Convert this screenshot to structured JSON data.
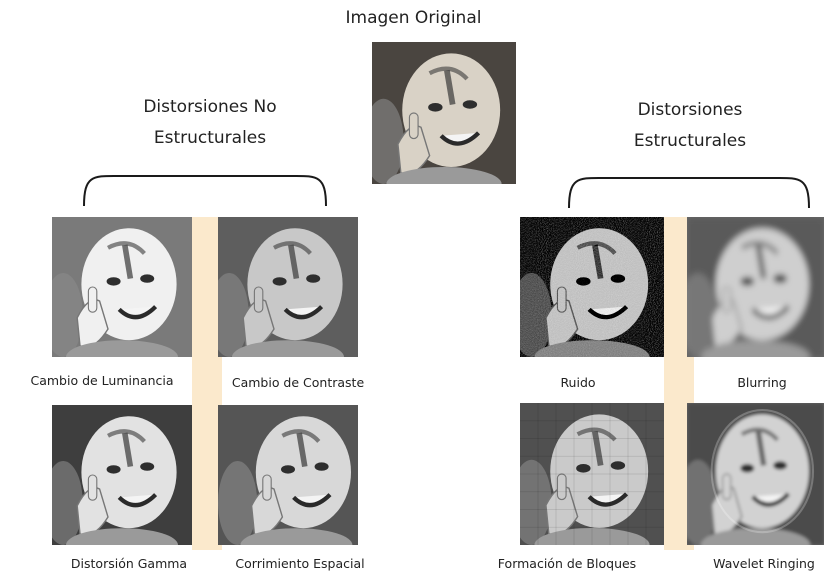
{
  "original": {
    "title": "Imagen Original"
  },
  "groups": {
    "non_structural": {
      "title_line1": "Distorsiones No",
      "title_line2": "Estructurales",
      "items": [
        {
          "label": "Cambio de Luminancia",
          "variant": "luminance"
        },
        {
          "label": "Cambio de Contraste",
          "variant": "contrast"
        },
        {
          "label": "Distorsión Gamma",
          "variant": "gamma"
        },
        {
          "label": "Corrimiento Espacial",
          "variant": "shift"
        }
      ]
    },
    "structural": {
      "title_line1": "Distorsiones",
      "title_line2": "Estructurales",
      "items": [
        {
          "label": "Ruido",
          "variant": "noise"
        },
        {
          "label": "Blurring",
          "variant": "blur"
        },
        {
          "label": "Formación de Bloques",
          "variant": "blocking"
        },
        {
          "label": "Wavelet Ringing",
          "variant": "ringing"
        }
      ]
    }
  },
  "colors": {
    "separator": "#fbe9cc",
    "bracket": "#1a1a1a"
  }
}
